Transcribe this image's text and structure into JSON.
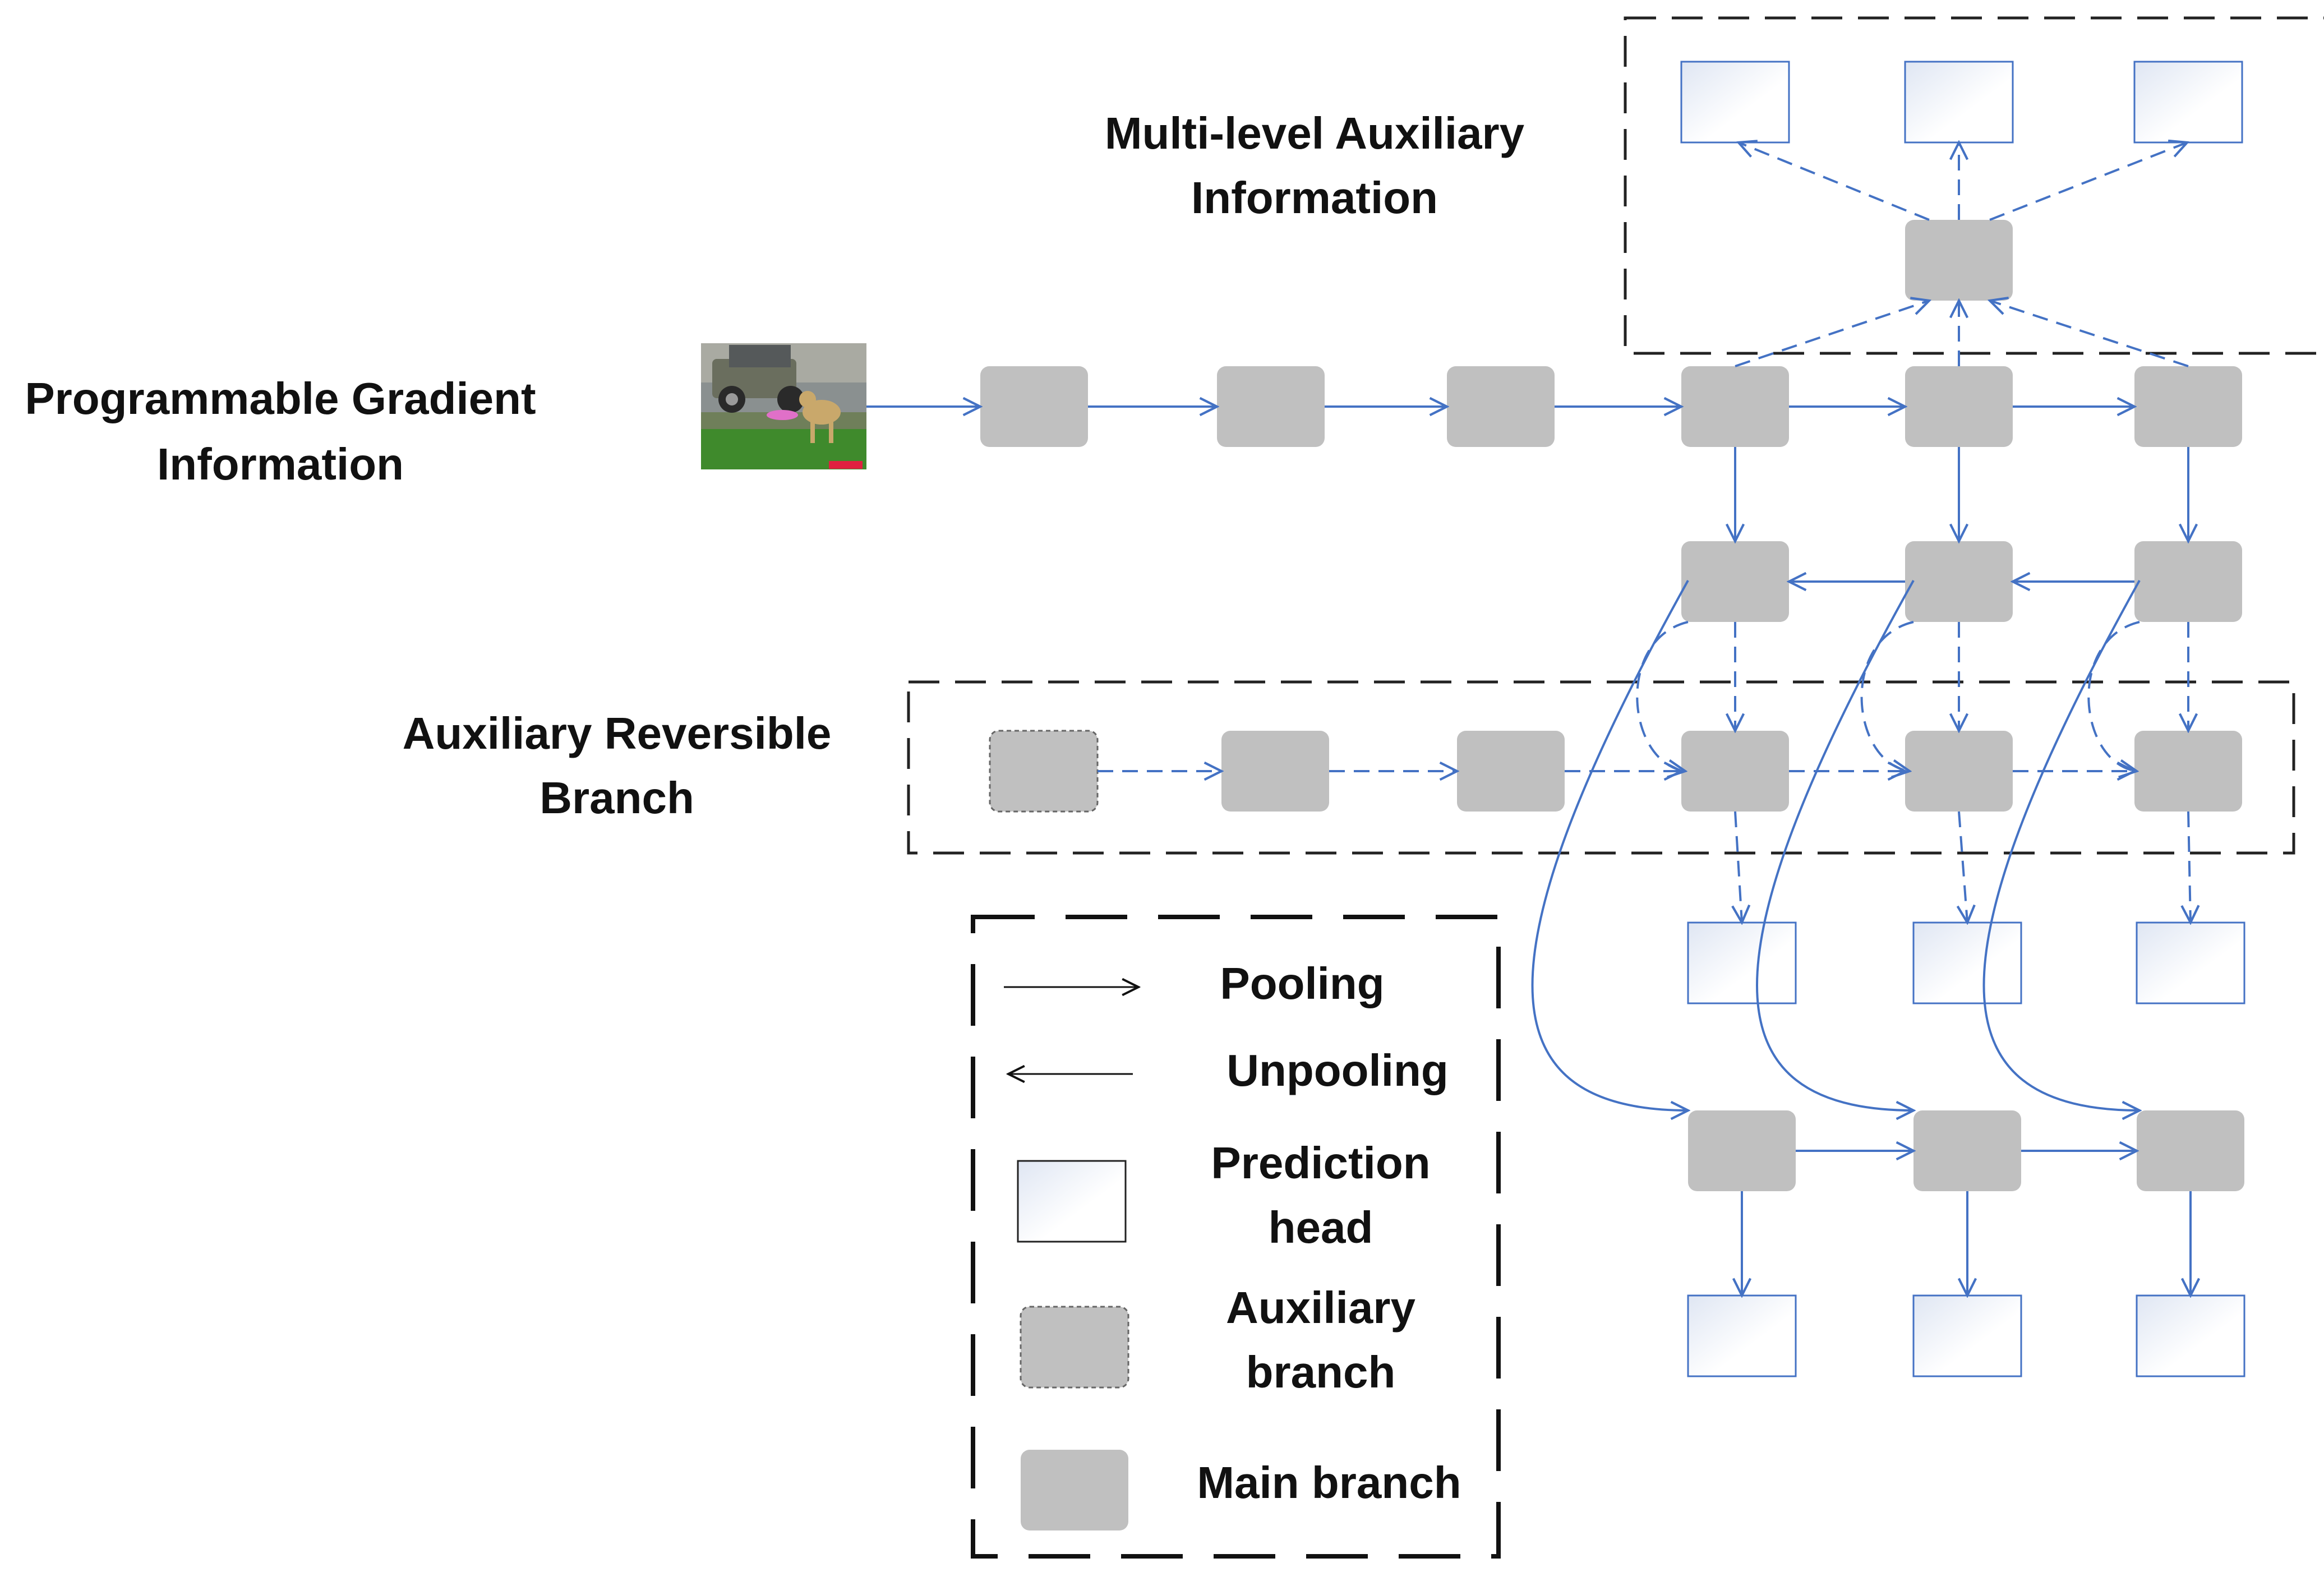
{
  "labels": {
    "pgi_line1": "Programmable Gradient",
    "pgi_line2": "Information",
    "mlai_line1": "Multi-level Auxiliary",
    "mlai_line2": "Information",
    "arb_line1": "Auxiliary Reversible",
    "arb_line2": "Branch"
  },
  "legend": {
    "pooling": "Pooling",
    "unpooling": "Unpooling",
    "prediction_head_line1": "Prediction",
    "prediction_head_line2": "head",
    "auxiliary_branch_line1": "Auxiliary",
    "auxiliary_branch_line2": "branch",
    "main_branch": "Main branch"
  },
  "colors": {
    "arrow": "#4472c4",
    "block_fill": "#c0c0c0",
    "head_stroke": "#4472c4",
    "frame": "#222222"
  },
  "icons": {
    "input_image": "photo-of-jeep-and-dog"
  }
}
